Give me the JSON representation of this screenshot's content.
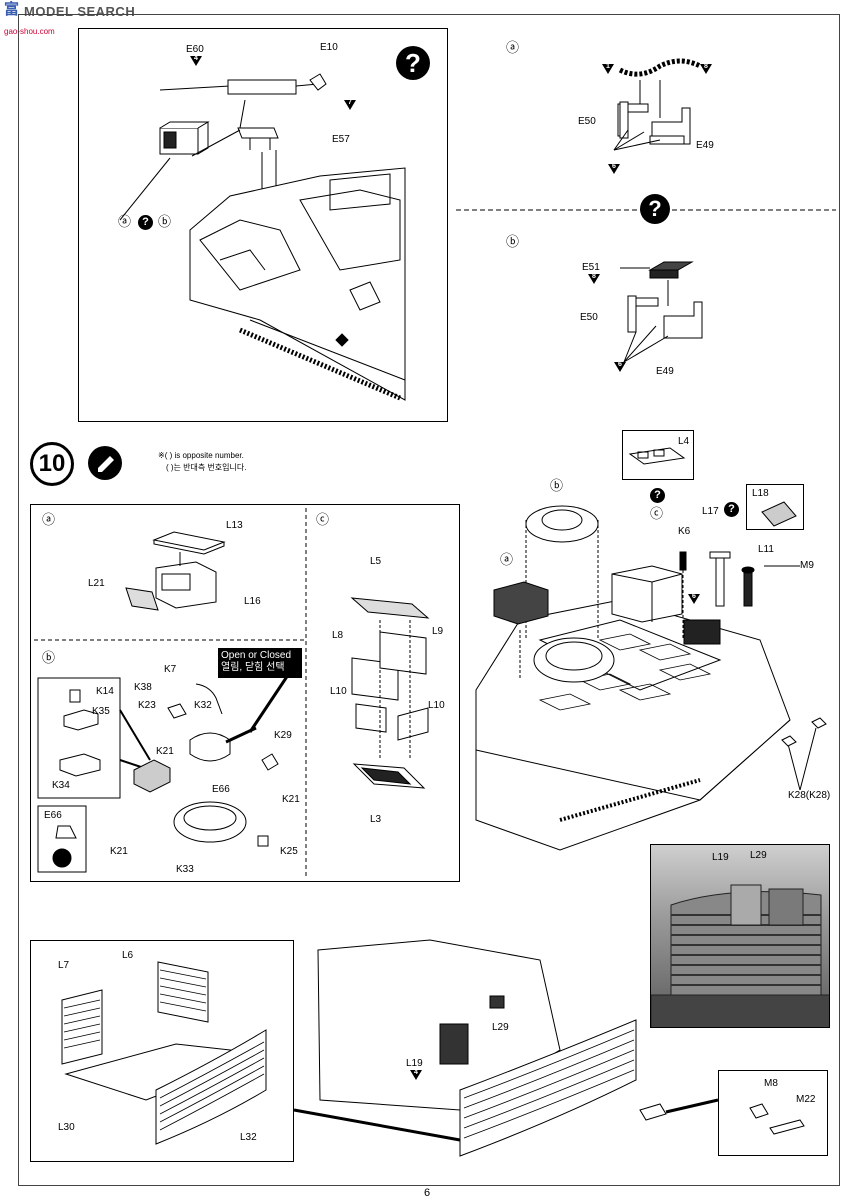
{
  "watermark": {
    "brand_left": "富",
    "brand_mid": "MODEL SEARCH",
    "url": "gao-shou.com"
  },
  "page_number": "6",
  "step": {
    "number": "10"
  },
  "notes": {
    "opposite_en": "※( ) is opposite number.",
    "opposite_ko": "( )는 반대측 번호입니다."
  },
  "open_closed": {
    "en": "Open or Closed",
    "ko": "열림, 닫힘 선택"
  },
  "circled": {
    "a": "ⓐ",
    "b": "ⓑ",
    "c": "ⓒ"
  },
  "question": "?",
  "labels": {
    "E60": "E60",
    "E10": "E10",
    "E57": "E57",
    "E50": "E50",
    "E49": "E49",
    "E51": "E51",
    "L4": "L4",
    "L18": "L18",
    "L17": "L17",
    "K6": "K6",
    "L11": "L11",
    "M9": "M9",
    "K28": "K28(K28)",
    "L13": "L13",
    "L21": "L21",
    "L16": "L16",
    "K14": "K14",
    "K35": "K35",
    "K34": "K34",
    "K38": "K38",
    "K7": "K7",
    "K32": "K32",
    "K23": "K23",
    "K21": "K21",
    "K29": "K29",
    "E66": "E66",
    "K25": "K25",
    "K33": "K33",
    "L5": "L5",
    "L8": "L8",
    "L9": "L9",
    "L10": "L10",
    "L3": "L3",
    "L19": "L19",
    "L29": "L29",
    "L6": "L6",
    "L7": "L7",
    "L30": "L30",
    "L32": "L32",
    "M8": "M8",
    "M22": "M22"
  },
  "triangle_nums": {
    "n4": "4",
    "n7": "7",
    "n1": "1",
    "n8": "8",
    "n6": "6"
  }
}
